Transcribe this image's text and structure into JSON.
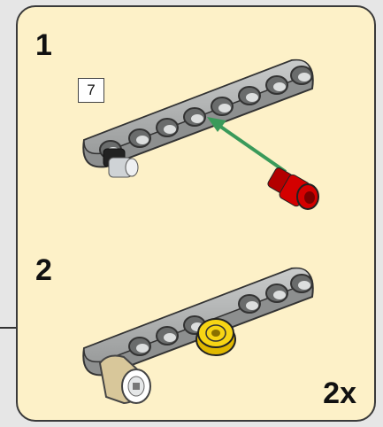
{
  "instructions": {
    "step1": {
      "number": "1",
      "part_count": "7"
    },
    "step2": {
      "number": "2"
    },
    "multiplier": "2x"
  },
  "colors": {
    "panel_background": "#fdf1c8",
    "beam_gray": "#a9abab",
    "pin_red": "#d40000",
    "bushing_yellow": "#f7d515",
    "axle_tan": "#d8c79a",
    "arrow_green": "#3a9a5a"
  },
  "icons": [
    "liftarm-beam",
    "red-axle-pin",
    "black-pin",
    "yellow-bush",
    "tan-connector",
    "insert-arrow"
  ]
}
